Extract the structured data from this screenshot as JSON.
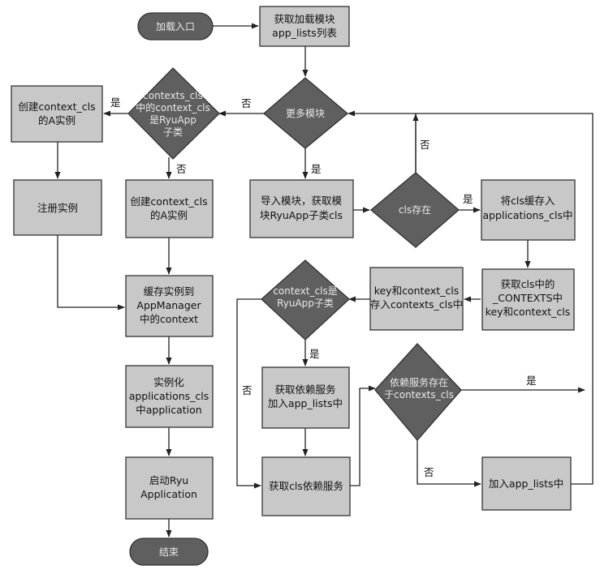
{
  "nodes": {
    "start": "加载入口",
    "get_modules": [
      "获取加载模块",
      "app_lists列表"
    ],
    "more_modules": "更多模块",
    "context_is_ryuapp": [
      "contexts_cls",
      "中的context_cls",
      "是RyuApp",
      "子类"
    ],
    "create_instance_left": [
      "创建context_cls",
      "的A实例"
    ],
    "register_instance": "注册实例",
    "create_instance_mid": [
      "创建context_cls",
      "的A实例"
    ],
    "cache_instance": [
      "缓存实例到",
      "AppManager",
      "中的context"
    ],
    "instantiate_app": [
      "实例化",
      "applications_cls",
      "中application"
    ],
    "start_ryu": [
      "启动Ryu",
      "Application"
    ],
    "end": "结束",
    "import_module": [
      "导入模块，获取模",
      "块RyuApp子类cls"
    ],
    "cls_exists": "cls存在",
    "cache_cls": [
      "将cls缓存入",
      "applications_cls中"
    ],
    "get_contexts": [
      "获取cls中的",
      "_CONTEXTS中",
      "key和context_cls"
    ],
    "store_contexts": [
      "key和context_cls",
      "存入contexts_cls中"
    ],
    "context_cls_is_ryuapp": [
      "context_cls是",
      "RyuApp子类"
    ],
    "get_dep_add": [
      "获取依赖服务",
      "加入app_lists中"
    ],
    "get_cls_deps": "获取cls依赖服务",
    "dep_in_contexts": [
      "依赖服务存在",
      "于contexts_cls"
    ],
    "add_to_app_lists": "加入app_lists中"
  },
  "edge_labels": {
    "yes": "是",
    "no": "否"
  }
}
